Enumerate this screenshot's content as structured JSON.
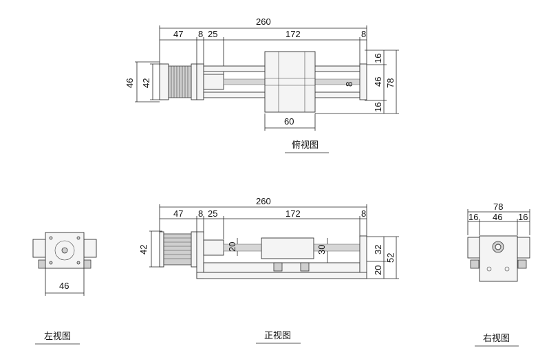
{
  "views": {
    "top": {
      "caption": "俯视图",
      "dims": {
        "total": "260",
        "a": "47",
        "b": "8",
        "c": "25",
        "d": "172",
        "e": "8",
        "left_outer": "46",
        "left_inner": "42",
        "carriage_width": "60",
        "right_top": "16",
        "right_mid": "46",
        "right_bottom": "16",
        "right_total": "78",
        "screw_dia": "8"
      }
    },
    "front": {
      "caption": "正视图",
      "dims": {
        "total": "260",
        "a": "47",
        "b": "8",
        "c": "25",
        "d": "172",
        "e": "8",
        "left_h": "42",
        "inner_a": "20",
        "inner_b": "30",
        "right_a": "32",
        "right_b": "52",
        "right_c": "20"
      }
    },
    "left": {
      "caption": "左视图",
      "dims": {
        "width": "46"
      }
    },
    "right": {
      "caption": "右视图",
      "dims": {
        "total": "78",
        "a": "16",
        "b": "46",
        "c": "16"
      }
    }
  }
}
